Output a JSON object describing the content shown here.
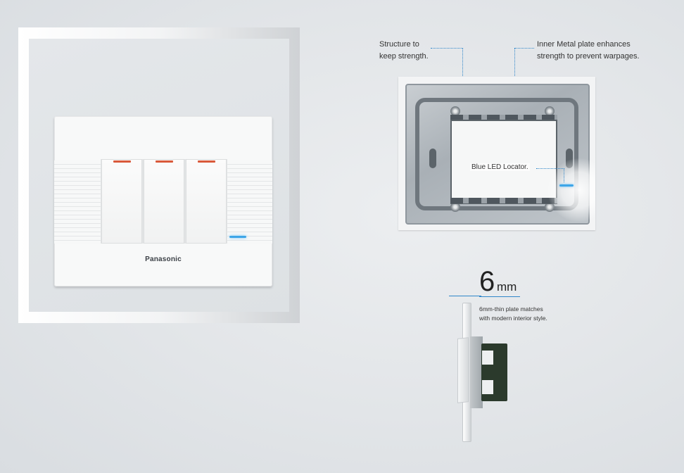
{
  "product": {
    "brand": "Panasonic",
    "switch_count": 3,
    "indicator_color": "#d9593a",
    "led_color": "#3ea6e8"
  },
  "callouts": {
    "structure": [
      "Structure to",
      "keep strength."
    ],
    "inner_metal": [
      "Inner Metal plate enhances",
      "strength to prevent warpages."
    ],
    "led_locator": "Blue LED Locator."
  },
  "thickness": {
    "value": "6",
    "unit": "mm",
    "description": [
      "6mm-thin plate matches",
      "with modern interior style."
    ]
  },
  "colors": {
    "accent_line": "#2f86c9",
    "background": "#e2e5e8"
  }
}
